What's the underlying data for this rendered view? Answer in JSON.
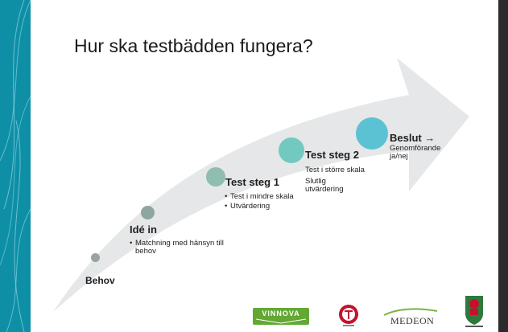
{
  "slide": {
    "title": "Hur ska testbädden fungera?"
  },
  "steps": [
    {
      "label": "Behov",
      "details": []
    },
    {
      "label": "Idé in",
      "bullets": [
        "Matchning med hänsyn till behov"
      ]
    },
    {
      "label": "Test steg 1",
      "bullets": [
        "Test i  mindre skala",
        "Utvärdering"
      ]
    },
    {
      "label": "Test steg 2",
      "lines": [
        "Test i större skala",
        "Slutlig utvärdering"
      ]
    },
    {
      "label": "Beslut →",
      "lines": [
        "Genomförande ja/nej"
      ]
    }
  ],
  "logos": {
    "vinnova": "VINNOVA",
    "medeon": "MEDEON"
  },
  "colors": {
    "accent_teal": "#0f8fa6",
    "arrow_gray": "#e6e7e8",
    "dot_gray": "#9aa3a3",
    "dot_green": "#8fbdb0",
    "dot_teal": "#72c9c0",
    "dot_cyan": "#5bc2d4",
    "vinnova_green": "#62a832"
  }
}
